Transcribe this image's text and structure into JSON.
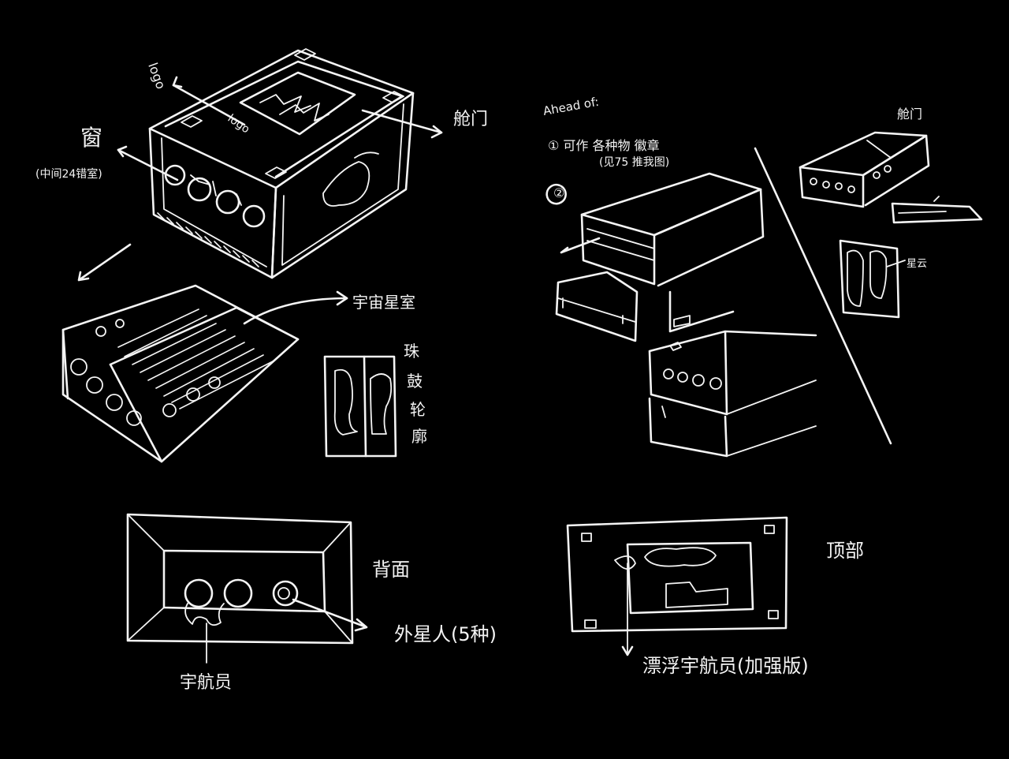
{
  "colors": {
    "background": "#000000",
    "ink": "#f4f4f4"
  },
  "labels": {
    "logo_top": "logo",
    "logo_lid": "logo",
    "hatch_door": "舱门",
    "window": "窗",
    "window_sub": "(中间24错室)",
    "universe_room": "宇宙星室",
    "contour_1": "珠",
    "contour_2": "鼓",
    "contour_3": "轮",
    "contour_4": "廓",
    "ahead_of": "Ahead of:",
    "note_1": "① 可作 各种物 徽章",
    "note_1_sub": "(见75 推我图)",
    "note_2": "②",
    "hatch_door_right": "舱门",
    "star_cloud": "星云",
    "back": "背面",
    "alien": "外星人(5种)",
    "astronaut": "宇航员",
    "top": "顶部",
    "floating_astronaut": "漂浮宇航员(加强版)"
  }
}
